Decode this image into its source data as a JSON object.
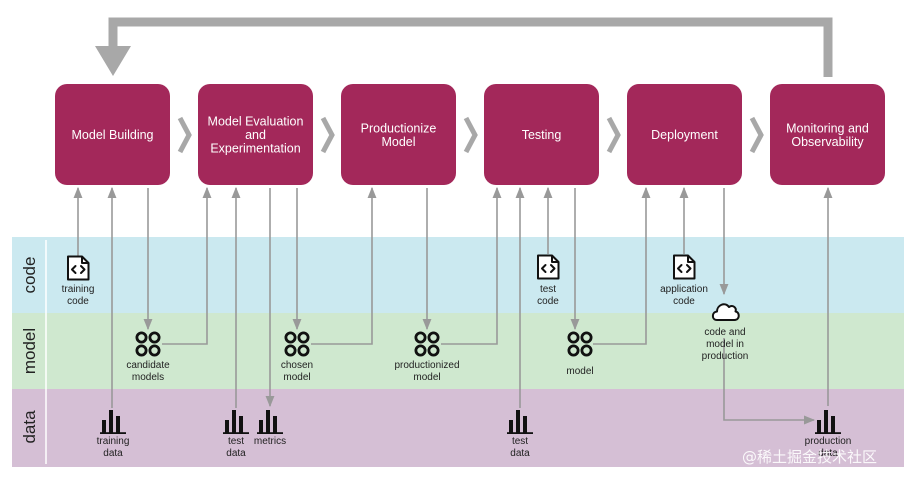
{
  "colors": {
    "stage": "#a3285a",
    "code_lane": "#cbe9f0",
    "model_lane": "#cfe8cf",
    "data_lane": "#d5bfd5",
    "arrow": "#999999",
    "icon": "#111111"
  },
  "lanes": {
    "code": "code",
    "model": "model",
    "data": "data"
  },
  "stages": [
    {
      "lines": [
        "Model Building"
      ]
    },
    {
      "lines": [
        "Model Evaluation",
        "and",
        "Experimentation"
      ]
    },
    {
      "lines": [
        "Productionize",
        "Model"
      ]
    },
    {
      "lines": [
        "Testing"
      ]
    },
    {
      "lines": [
        "Deployment"
      ]
    },
    {
      "lines": [
        "Monitoring and",
        "Observability"
      ]
    }
  ],
  "artifacts": [
    {
      "id": "training-code",
      "icon": "code-file-icon",
      "lines": [
        "training",
        "code"
      ]
    },
    {
      "id": "candidate-models",
      "icon": "model-icon",
      "lines": [
        "candidate",
        "models"
      ]
    },
    {
      "id": "chosen-model",
      "icon": "model-icon",
      "lines": [
        "chosen",
        "model"
      ]
    },
    {
      "id": "productionized-model",
      "icon": "model-icon",
      "lines": [
        "productionized",
        "model"
      ]
    },
    {
      "id": "test-code",
      "icon": "code-file-icon",
      "lines": [
        "test",
        "code"
      ]
    },
    {
      "id": "model",
      "icon": "model-icon",
      "lines": [
        "model"
      ]
    },
    {
      "id": "application-code",
      "icon": "code-file-icon",
      "lines": [
        "application",
        "code"
      ]
    },
    {
      "id": "production-cloud",
      "icon": "cloud-icon",
      "lines": [
        "code and",
        "model  in",
        "production"
      ]
    },
    {
      "id": "training-data",
      "icon": "bar-chart-icon",
      "lines": [
        "training",
        "data"
      ]
    },
    {
      "id": "test-data-eval",
      "icon": "bar-chart-icon",
      "lines": [
        "test",
        "data"
      ]
    },
    {
      "id": "metrics",
      "icon": "bar-chart-icon",
      "lines": [
        "metrics"
      ]
    },
    {
      "id": "test-data-testing",
      "icon": "bar-chart-icon",
      "lines": [
        "test",
        "data"
      ]
    },
    {
      "id": "production-data",
      "icon": "bar-chart-icon",
      "lines": [
        "production",
        "data"
      ]
    }
  ],
  "watermark": "@稀土掘金技术社区"
}
